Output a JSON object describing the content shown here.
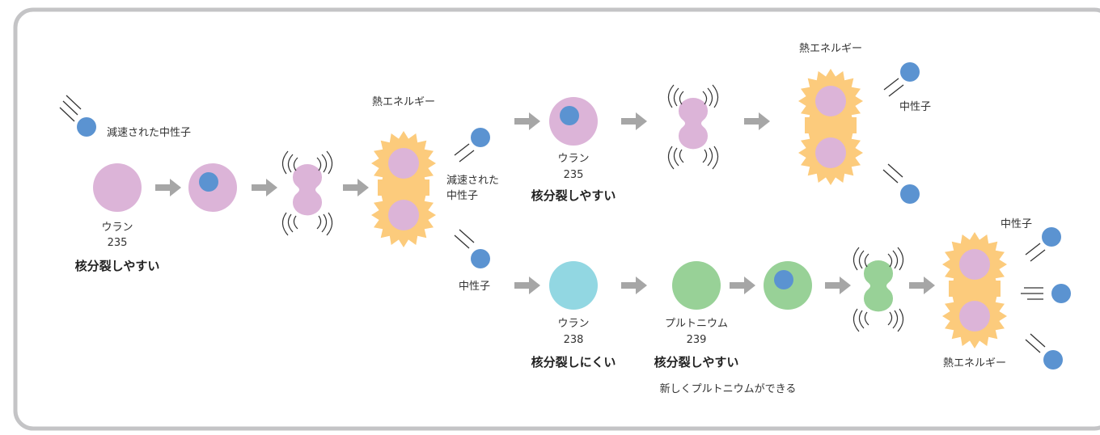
{
  "colors": {
    "frame": "#c4c4c6",
    "u235": "#dcb4d8",
    "u238": "#92d7e2",
    "pu239": "#98d197",
    "neutron": "#5b93d1",
    "heat": "#fccb7c",
    "arrow": "#a6a6a6"
  },
  "labels": {
    "slowed_neutron_1": "減速された中性子",
    "uranium_1": "ウラン",
    "uranium_1_num": "235",
    "uranium_1_note": "核分裂しやすい",
    "heat_1": "熱エネルギー",
    "slowed_neutron_2_line1": "減速された",
    "slowed_neutron_2_line2": "中性子",
    "uranium_2": "ウラン",
    "uranium_2_num": "235",
    "uranium_2_note": "核分裂しやすい",
    "heat_2": "熱エネルギー",
    "neutron_top": "中性子",
    "neutron_mid": "中性子",
    "uranium_3": "ウラン",
    "uranium_3_num": "238",
    "uranium_3_note": "核分裂しにくい",
    "plutonium": "プルトニウム",
    "plutonium_num": "239",
    "plutonium_note": "核分裂しやすい",
    "plutonium_caption": "新しくプルトニウムができる",
    "neutron_right": "中性子",
    "heat_3": "熱エネルギー"
  },
  "icons": [
    "neutron-icon",
    "nucleus-icon",
    "arrow-icon",
    "vibration-icon",
    "heat-burst-icon",
    "motion-lines-icon"
  ]
}
